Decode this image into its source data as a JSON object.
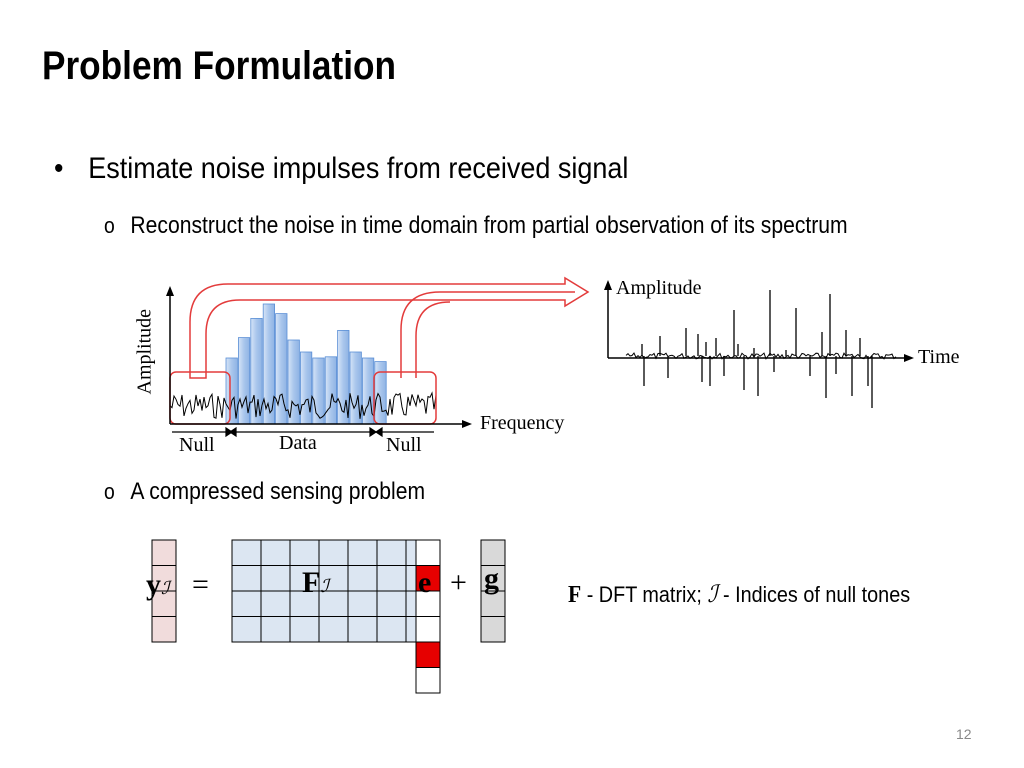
{
  "slide": {
    "title": "Problem Formulation",
    "bullet": "Estimate noise impulses from received signal",
    "subbullet_1": "Reconstruct the noise in time domain from partial observation of its spectrum",
    "subbullet_2": "A compressed sensing problem",
    "bullet_marker": "•",
    "sub_marker": "o",
    "page_number": "12"
  },
  "spectrum_diagram": {
    "y_axis_label": "Amplitude",
    "x_axis_label": "Frequency",
    "regions": [
      "Null",
      "Data",
      "Null"
    ],
    "bar_heights": [
      0.55,
      0.72,
      0.88,
      1.0,
      0.92,
      0.7,
      0.6,
      0.55,
      0.56,
      0.78,
      0.6,
      0.55,
      0.52
    ],
    "colors": {
      "bars": "#a9c6ec",
      "bar_edge": "#5b8fd6",
      "arrow": "#e33b3b",
      "box": "#e33b3b"
    }
  },
  "time_diagram": {
    "y_axis_label": "Amplitude",
    "x_axis_label": "Time"
  },
  "equation": {
    "y_symbol": "y",
    "subscript": "ℐ",
    "equals": "=",
    "f_symbol": "F",
    "e_symbol": "e",
    "plus": "+",
    "g_symbol": "g",
    "colors": {
      "y": "#f1dcdc",
      "F": "#dce6f2",
      "e_highlight": "#e60000",
      "g": "#d9d9d9"
    }
  },
  "caption": {
    "f": "F",
    "f_desc": " - DFT matrix; ",
    "i": "ℐ",
    "i_desc": " - Indices of null tones"
  }
}
